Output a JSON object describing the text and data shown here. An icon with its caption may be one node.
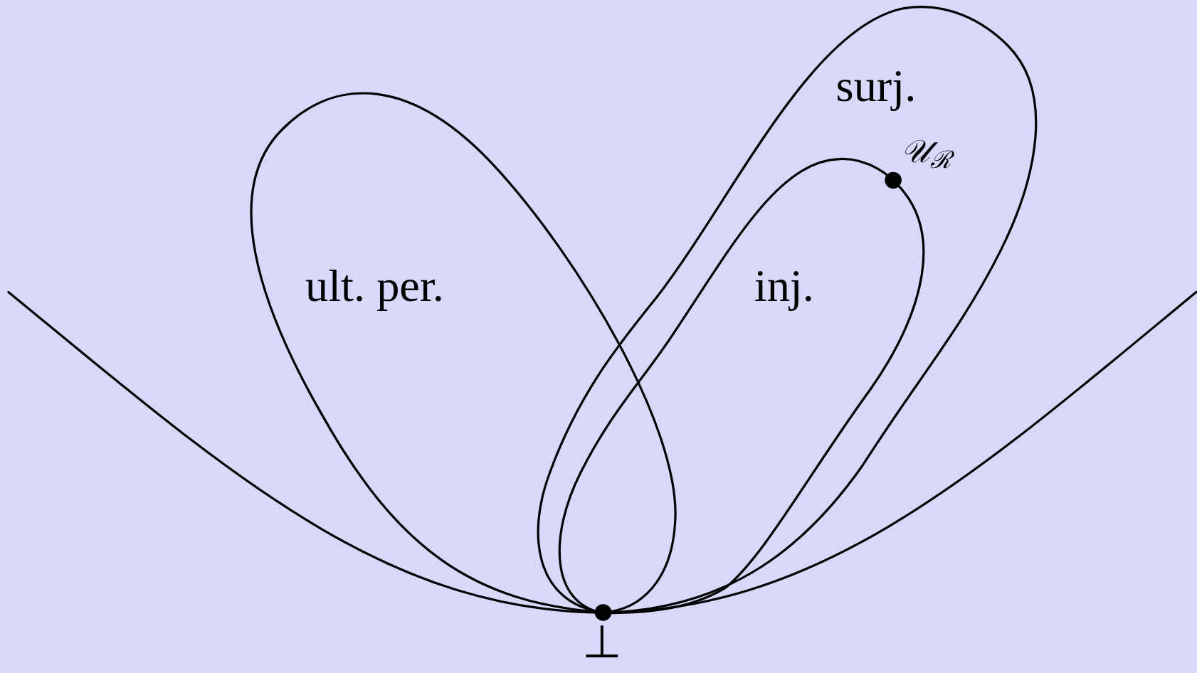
{
  "diagram": {
    "nodes": [
      {
        "text": [
          "ult. per."
        ]
      },
      {
        "text": [
          "surj."
        ]
      },
      {
        "text": [
          "inj."
        ],
        "in": 1
      },
      {
        "text": [
          "𝒰$_{ℛ}$"
        ],
        "in": 1
      },
      {
        "text": [
          "⊥"
        ]
      }
    ]
  }
}
